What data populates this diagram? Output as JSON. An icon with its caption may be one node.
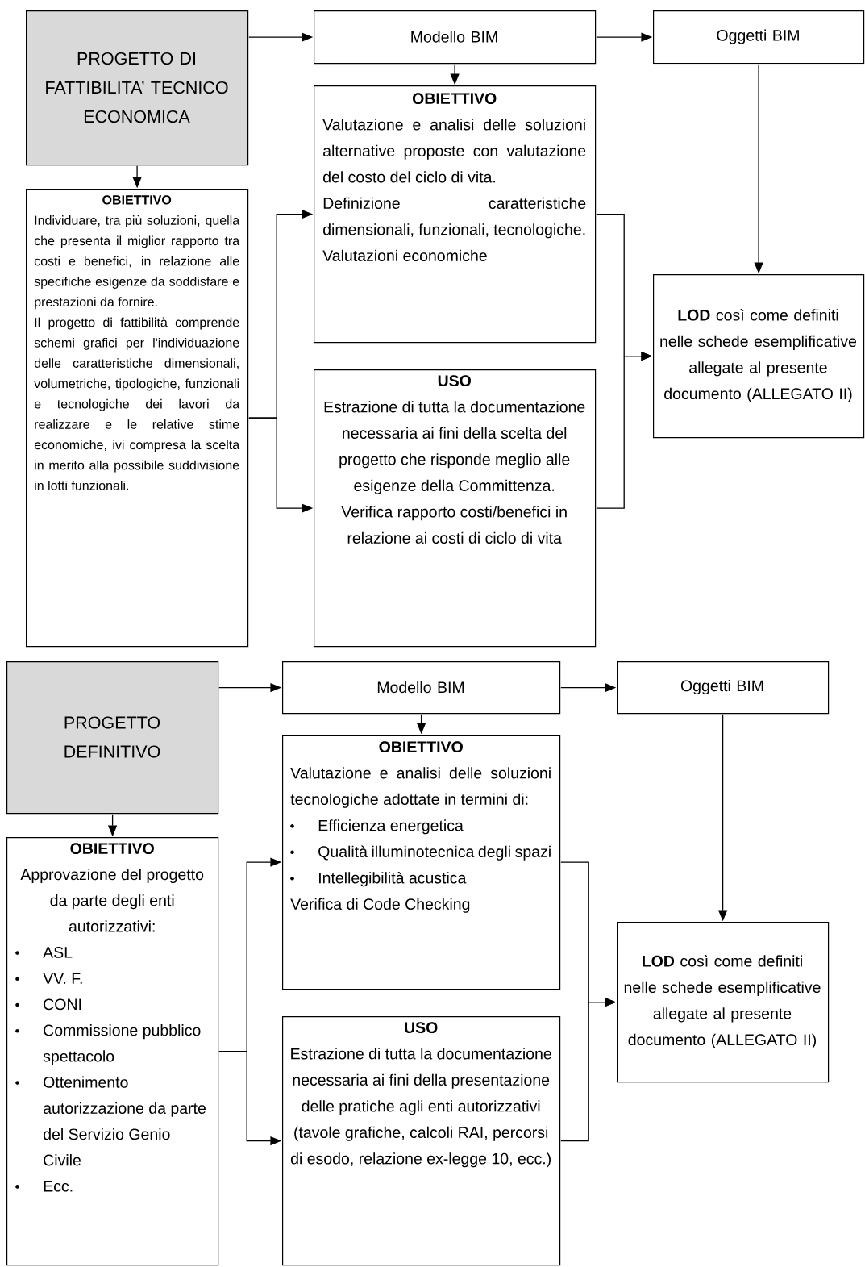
{
  "diagram": {
    "nodes": [
      {
        "text": [
          "PROGETTO DI FATTIBILITA’ TECNICO ECONOMICA"
        ]
      },
      {
        "text": [
          "Modello BIM"
        ]
      },
      {
        "text": [
          "Oggetti BIM"
        ]
      },
      {
        "text": [
          "OBIETTIVO",
          "Individuare, tra più soluzioni, quella che presenta il miglior rapporto tra costi e benefici, in relazione alle specifiche esigenze da soddisfare e prestazioni da fornire.",
          "Il progetto di fattibilità comprende schemi grafici per l'individuazione delle caratteristiche dimensionali, volumetriche, tipologiche, funzionali e tecnologiche dei lavori da realizzare e le relative stime economiche, ivi compresa la scelta in merito alla possibile suddivisione in lotti funzionali."
        ]
      },
      {
        "text": [
          "OBIETTIVO",
          "Valutazione e analisi delle soluzioni alternative proposte con valutazione del costo del ciclo di vita.",
          "Definizione caratteristiche dimensionali, funzionali, tecnologiche.",
          "Valutazioni economiche"
        ]
      },
      {
        "text": [
          "**LOD** così come definiti nelle schede esemplificative allegate al presente documento (ALLEGATO II)"
        ]
      },
      {
        "text": [
          "USO",
          "Estrazione di tutta la documentazione necessaria ai fini della scelta del progetto che risponde meglio alle esigenze della Committenza.",
          "Verifica rapporto costi/benefici in relazione ai costi di ciclo di vita"
        ]
      },
      {
        "text": [
          "PROGETTO DEFINITIVO"
        ]
      },
      {
        "text": [
          "Modello BIM"
        ]
      },
      {
        "text": [
          "Oggetti BIM"
        ]
      },
      {
        "text": [
          "OBIETTIVO",
          "Approvazione del progetto da parte degli enti autorizzativi:",
          "ASL",
          "VV. F.",
          "CONI",
          "Commissione pubblico spettacolo",
          "Ottenimento autorizzazione da parte del Servizio Genio Civile",
          "Ecc."
        ]
      },
      {
        "text": [
          "OBIETTIVO",
          "Valutazione e analisi delle soluzioni tecnologiche adottate in termini di:",
          "Efficienza energetica",
          "Qualità illuminotecnica degli spazi",
          "Intellegibilità acustica",
          "Verifica di Code Checking"
        ]
      },
      {
        "text": [
          "**LOD** così come definiti nelle schede esemplificative allegate al presente documento (ALLEGATO II)"
        ]
      },
      {
        "text": [
          "USO",
          "Estrazione di tutta la documentazione necessaria ai fini della presentazione delle pratiche agli enti autorizzativi",
          "(tavole grafiche, calcoli RAI, percorsi di esodo, relazione ex-legge 10, ecc.)"
        ]
      }
    ],
    "edges": [
      {
        "from": 0,
        "to": 1,
        "arrow": "to"
      },
      {
        "from": 1,
        "to": 2,
        "arrow": "to"
      },
      {
        "from": 1,
        "to": 4,
        "arrow": "to"
      },
      {
        "from": 0,
        "to": 3,
        "arrow": "to"
      },
      {
        "from": 2,
        "to": 5,
        "arrow": "to"
      },
      {
        "from": 3,
        "to": 4,
        "arrow": "to"
      },
      {
        "from": 3,
        "to": 6,
        "arrow": "to"
      },
      {
        "from": 4,
        "to": 5,
        "arrow": "to"
      },
      {
        "from": 6,
        "to": 5,
        "arrow": "to"
      },
      {
        "from": 7,
        "to": 8,
        "arrow": "to"
      },
      {
        "from": 8,
        "to": 9,
        "arrow": "to"
      },
      {
        "from": 8,
        "to": 11,
        "arrow": "to"
      },
      {
        "from": 7,
        "to": 10,
        "arrow": "to"
      },
      {
        "from": 9,
        "to": 12,
        "arrow": "to"
      },
      {
        "from": 10,
        "to": 11,
        "arrow": "to"
      },
      {
        "from": 10,
        "to": 13,
        "arrow": "to"
      },
      {
        "from": 11,
        "to": 12,
        "arrow": "to"
      },
      {
        "from": 13,
        "to": 12,
        "arrow": "to"
      }
    ]
  }
}
